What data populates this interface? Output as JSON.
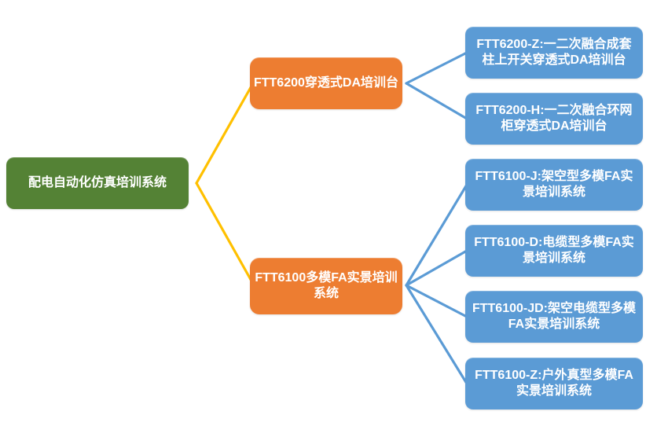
{
  "diagram": {
    "root": {
      "label": "配电自动化仿真培训系统"
    },
    "branches": [
      {
        "label": "FTT6200穿透式DA培训台",
        "children": [
          {
            "label": "FTT6200-Z:一二次融合成套柱上开关穿透式DA培训台"
          },
          {
            "label": "FTT6200-H:一二次融合环网柜穿透式DA培训台"
          }
        ]
      },
      {
        "label": "FTT6100多模FA实景培训系统",
        "children": [
          {
            "label": "FTT6100-J:架空型多模FA实景培训系统"
          },
          {
            "label": "FTT6100-D:电缆型多模FA实景培训系统"
          },
          {
            "label": "FTT6100-JD:架空电缆型多模FA实景培训系统"
          },
          {
            "label": "FTT6100-Z:户外真型多模FA实景培训系统"
          }
        ]
      }
    ],
    "colors": {
      "root_fill": "#548235",
      "branch_fill": "#ED7D31",
      "leaf_fill": "#5B9BD5",
      "root_connector": "#FFC000",
      "branch_connector": "#5B9BD5",
      "text": "#FFFFFF",
      "background": "#FFFFFF"
    }
  }
}
